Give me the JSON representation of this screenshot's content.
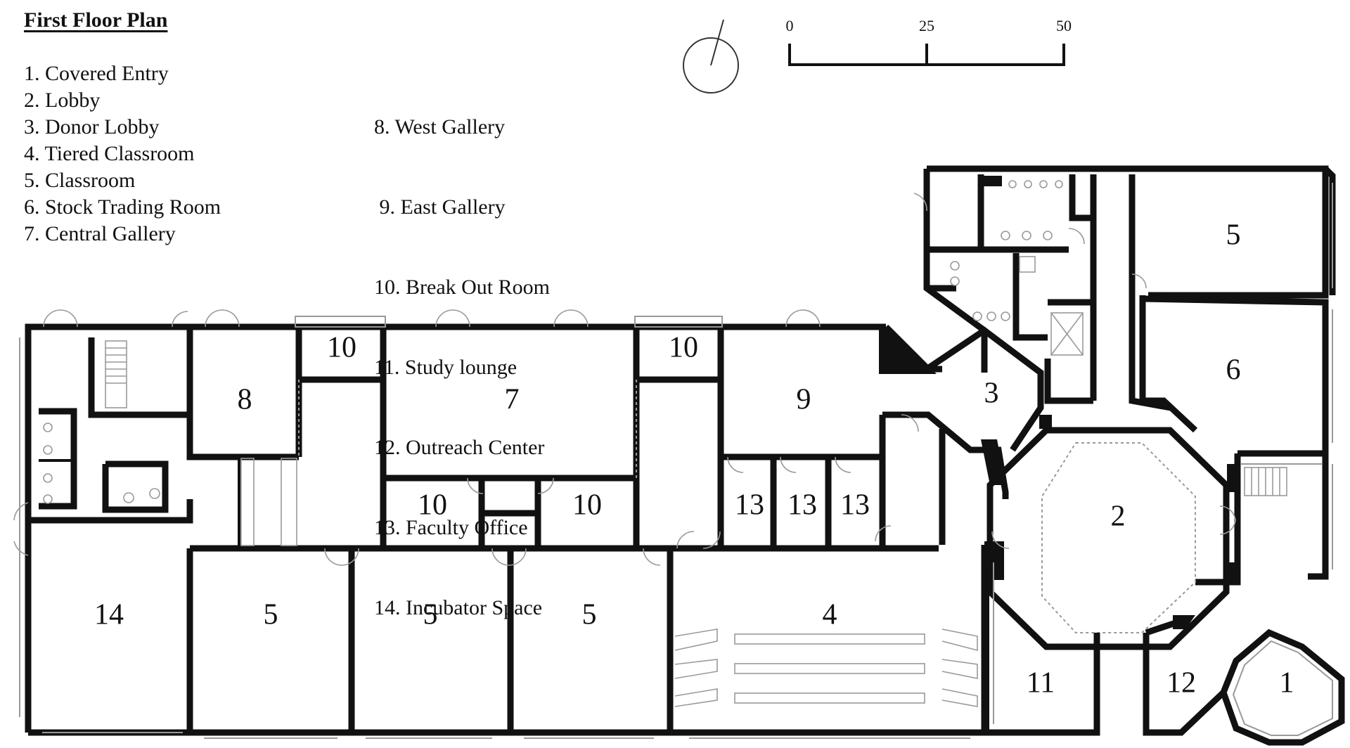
{
  "title": "First Floor Plan",
  "legend_left": [
    "1. Covered Entry",
    "2. Lobby",
    "3. Donor Lobby",
    "4. Tiered Classroom",
    "5. Classroom",
    "6. Stock Trading Room",
    "7. Central Gallery"
  ],
  "legend_right": [
    "8. West Gallery",
    " 9. East Gallery",
    "10. Break Out Room",
    "11. Study lounge",
    "12. Outreach Center",
    "13. Faculty Office",
    "14. Incubator Space"
  ],
  "scale_bar": {
    "labels": [
      "0",
      "25",
      "50"
    ]
  },
  "rooms": [
    {
      "name": "room-14",
      "label": "14"
    },
    {
      "name": "room-5-west",
      "label": "5"
    },
    {
      "name": "room-5-center-left",
      "label": "5"
    },
    {
      "name": "room-5-center-right",
      "label": "5"
    },
    {
      "name": "room-4",
      "label": "4"
    },
    {
      "name": "room-8",
      "label": "8"
    },
    {
      "name": "room-10-north-left",
      "label": "10"
    },
    {
      "name": "room-7",
      "label": "7"
    },
    {
      "name": "room-10-north-right",
      "label": "10"
    },
    {
      "name": "room-9",
      "label": "9"
    },
    {
      "name": "room-10-south-left",
      "label": "10"
    },
    {
      "name": "room-10-south-right",
      "label": "10"
    },
    {
      "name": "room-13-a",
      "label": "13"
    },
    {
      "name": "room-13-b",
      "label": "13"
    },
    {
      "name": "room-13-c",
      "label": "13"
    },
    {
      "name": "room-3",
      "label": "3"
    },
    {
      "name": "room-2",
      "label": "2"
    },
    {
      "name": "room-5-east",
      "label": "5"
    },
    {
      "name": "room-6",
      "label": "6"
    },
    {
      "name": "room-11",
      "label": "11"
    },
    {
      "name": "room-12",
      "label": "12"
    },
    {
      "name": "room-1",
      "label": "1"
    }
  ],
  "icons": [
    "north-arrow-icon"
  ]
}
